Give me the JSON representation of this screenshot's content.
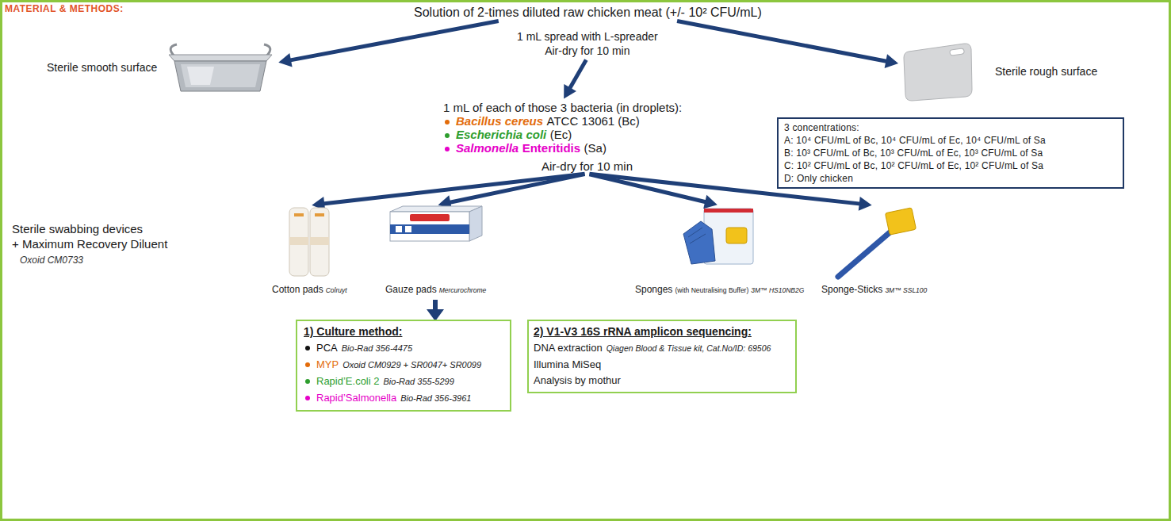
{
  "diagram": {
    "nodes": [
      {
        "text": [
          "MATERIAL & METHODS:"
        ]
      },
      {
        "text": [
          "Solution of 2-times diluted raw chicken meat (+/- 10² CFU/mL)"
        ],
        "in": 0
      },
      {
        "text": [
          "Sterile smooth surface"
        ],
        "in": 0
      },
      {
        "text": [
          "Sterile rough surface"
        ],
        "in": 0
      },
      {
        "text": [
          "1 mL spread with L-spreader",
          "Air-dry for 10 min"
        ],
        "in": 0
      },
      {
        "text": [
          "1 mL of each of those 3 bacteria (in droplets):",
          "Bacillus cereus",
          "ATCC 13061 (Bc)",
          "Escherichia coli",
          "(Ec)",
          "Salmonella",
          "Enteritidis",
          "(Sa)"
        ],
        "in": 0
      },
      {
        "text": [
          "3 concentrations:",
          "A: 10⁴ CFU/mL of Bc, 10⁴ CFU/mL of Ec, 10⁴ CFU/mL of Sa",
          "B: 10³ CFU/mL of Bc, 10³ CFU/mL of Ec, 10³ CFU/mL of Sa",
          "C: 10² CFU/mL of Bc, 10² CFU/mL of Ec, 10² CFU/mL of Sa",
          "D: Only chicken"
        ],
        "in": 0
      },
      {
        "text": [
          "Air-dry for 10 min"
        ],
        "in": 0
      },
      {
        "text": [
          "Sterile swabbing devices",
          "+ Maximum Recovery Diluent",
          "Oxoid CM0733"
        ],
        "in": 0
      },
      {
        "text": [
          "Cotton pads",
          "Colruyt"
        ],
        "in": 0
      },
      {
        "text": [
          "Gauze pads",
          "Mercurochrome"
        ],
        "in": 0
      },
      {
        "text": [
          "Sponges",
          "(with Neutralising Buffer)",
          "3M™ HS10NB2G"
        ],
        "in": 0
      },
      {
        "text": [
          "Sponge-Sticks",
          "3M™ SSL100"
        ],
        "in": 0
      },
      {
        "text": [
          "1) Culture method:",
          "PCA",
          "Bio-Rad 356-4475",
          "MYP",
          "Oxoid CM0929 + SR0047+ SR0099",
          "Rapid’E.coli 2",
          "Bio-Rad 355-5299",
          "Rapid’Salmonella",
          "Bio-Rad 356-3961"
        ],
        "in": 0
      },
      {
        "text": [
          "2) V1-V3 16S rRNA amplicon sequencing:",
          "DNA extraction",
          "Qiagen Blood & Tissue kit, Cat.No/ID: 69506",
          "Illumina MiSeq",
          "Analysis by mothur"
        ],
        "in": 0
      }
    ],
    "edges": [
      {
        "from": 1,
        "to": 2,
        "arrow": "to"
      },
      {
        "from": 1,
        "to": 3,
        "arrow": "to"
      },
      {
        "from": 4,
        "to": 5,
        "arrow": "to"
      },
      {
        "from": 7,
        "to": 9,
        "arrow": "to"
      },
      {
        "from": 7,
        "to": 10,
        "arrow": "to"
      },
      {
        "from": 7,
        "to": 11,
        "arrow": "to"
      },
      {
        "from": 7,
        "to": 12,
        "arrow": "to"
      }
    ]
  }
}
